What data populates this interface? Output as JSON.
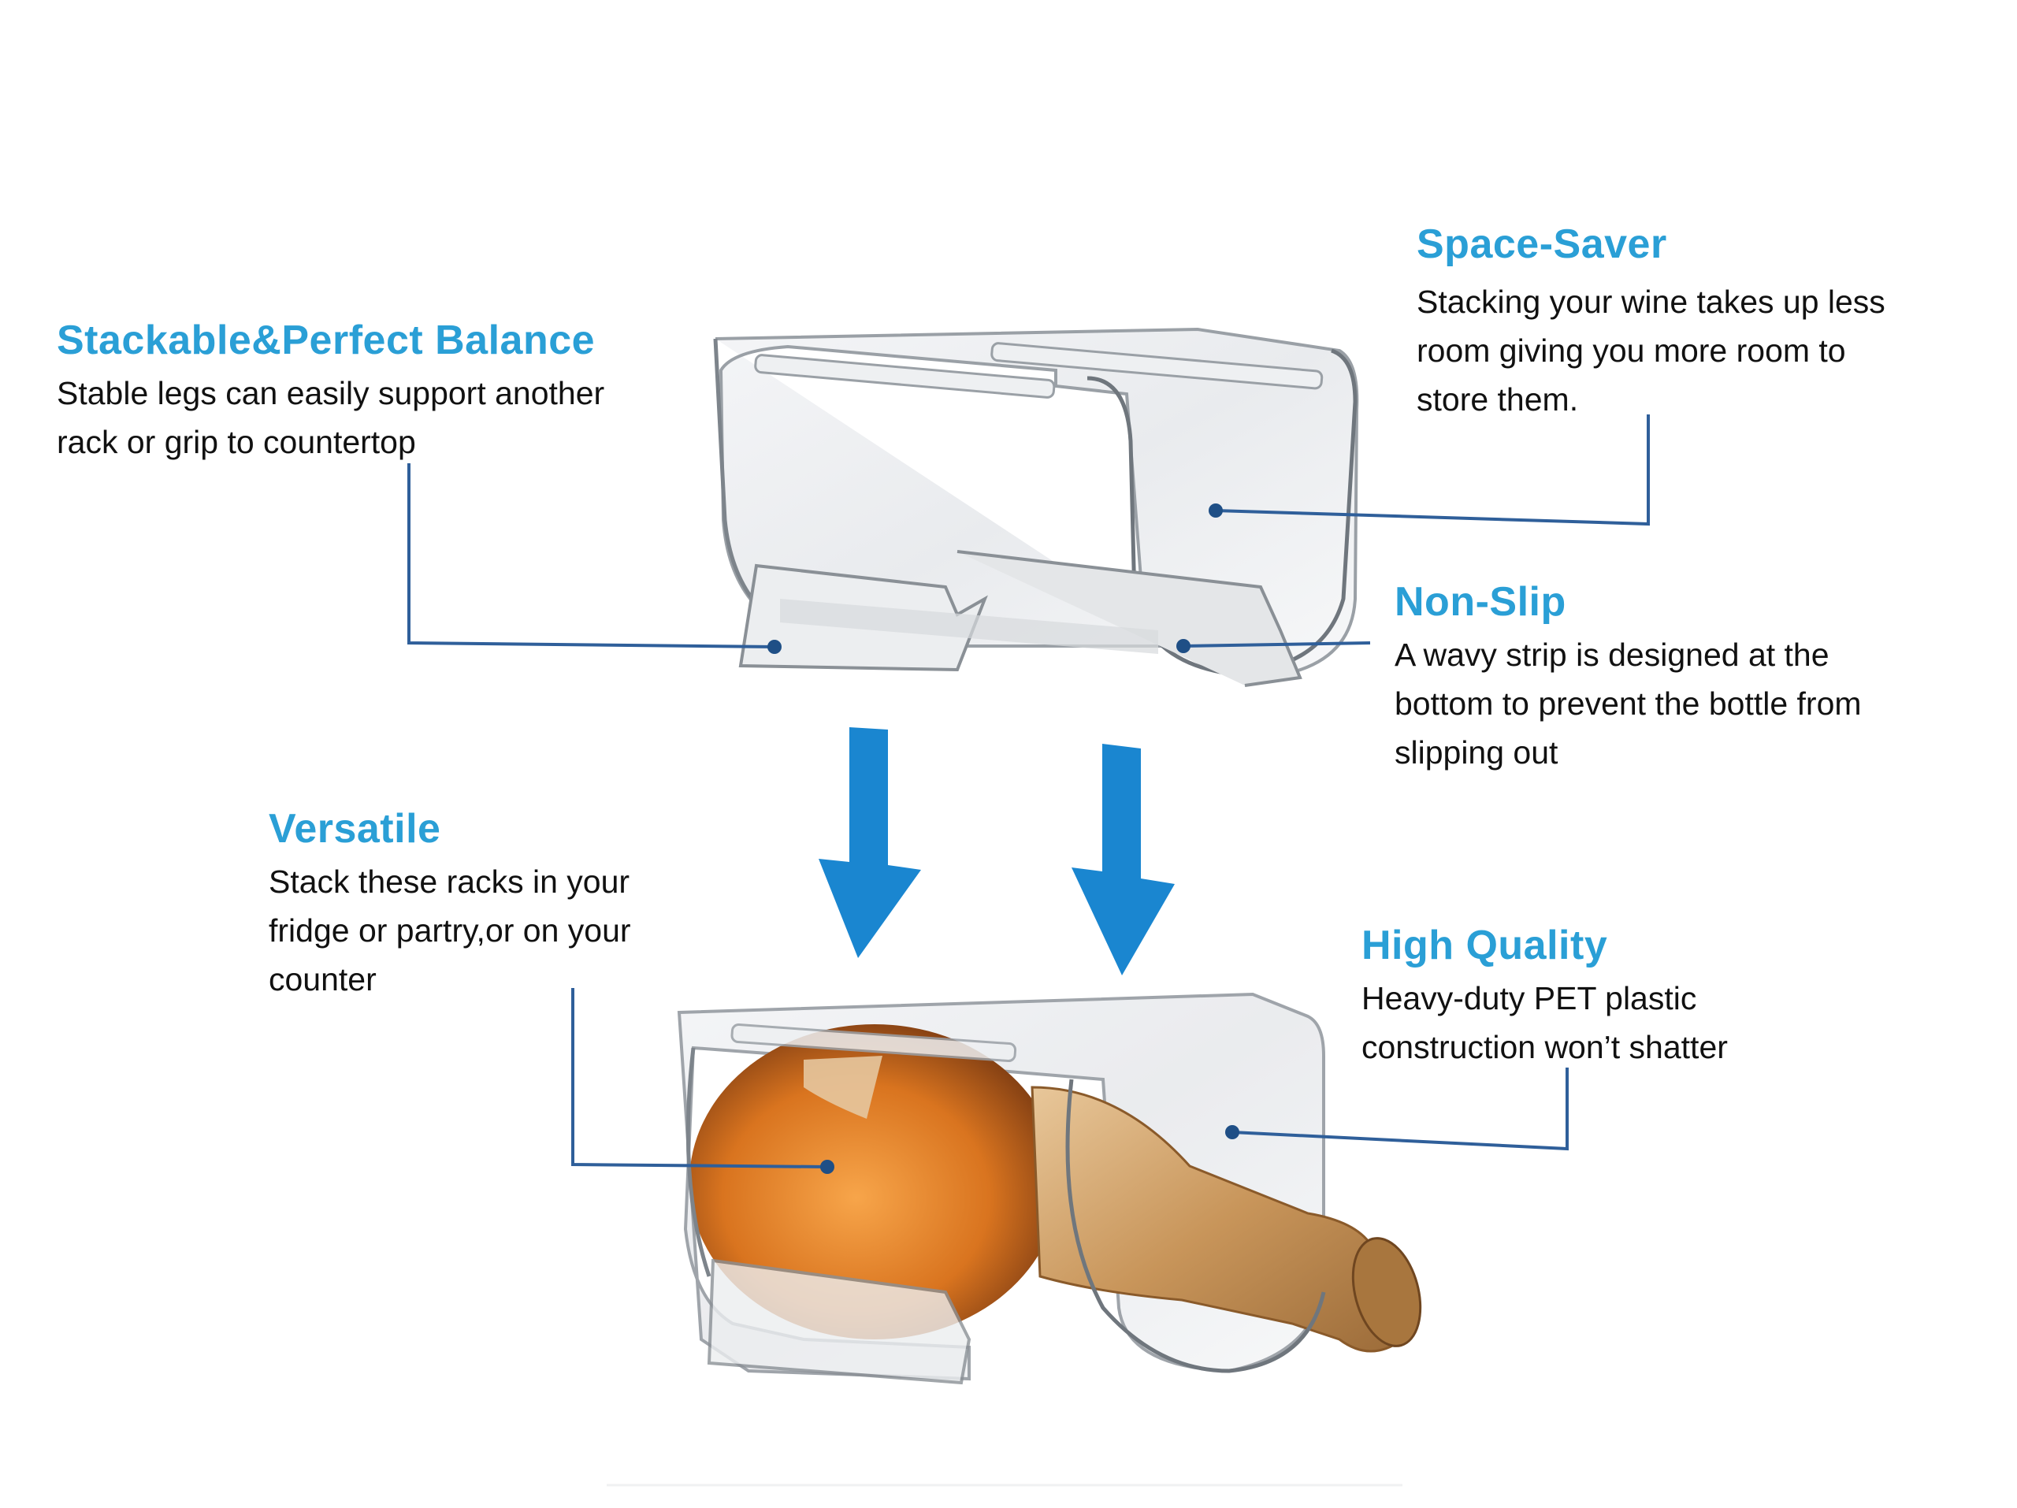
{
  "colors": {
    "heading": "#2a9fd6",
    "body_text": "#111111",
    "arrow": "#1a86d0",
    "leader_line": "#2f5f9a",
    "background": "#ffffff"
  },
  "features": [
    {
      "id": "stackable",
      "heading": "Stackable&Perfect Balance",
      "body": "Stable legs can easily support another\nrack or grip to countertop"
    },
    {
      "id": "space-saver",
      "heading": "Space-Saver",
      "body": " Stacking your wine takes up  less\nroom giving  you more room to\nstore  them."
    },
    {
      "id": "non-slip",
      "heading": "Non-Slip",
      "body": "A wavy strip is designed at the\nbottom to prevent the bottle from\nslipping out"
    },
    {
      "id": "versatile",
      "heading": "Versatile",
      "body": "Stack these racks in your\nfridge or partry,or on your\ncounter"
    },
    {
      "id": "high-quality",
      "heading": "High Quality",
      "body": "Heavy-duty PET plastic\nconstruction won’t shatter"
    }
  ],
  "illustrations": {
    "top": "empty-clear-wine-rack",
    "bottom": "clear-wine-rack-with-champagne-bottle",
    "arrows": [
      "down-arrow-left",
      "down-arrow-right"
    ]
  }
}
